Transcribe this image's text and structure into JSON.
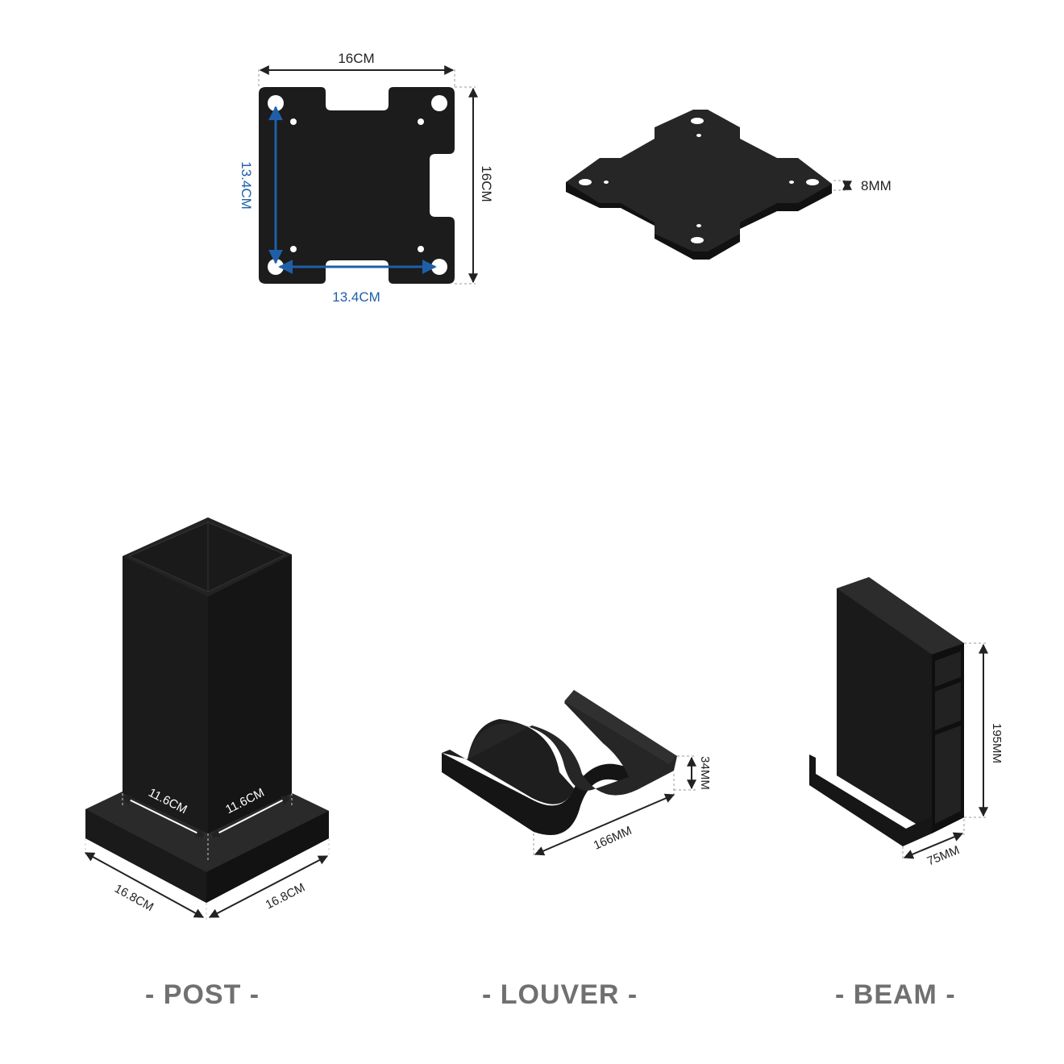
{
  "plate_top": {
    "width_label": "16CM",
    "height_label": "16CM",
    "hole_spacing_vertical_label": "13.4CM",
    "hole_spacing_horizontal_label": "13.4CM"
  },
  "plate_iso": {
    "thickness_label": "8MM"
  },
  "post": {
    "caption": "- POST -",
    "inner_left_label": "11.6CM",
    "inner_right_label": "11.6CM",
    "base_left_label": "16.8CM",
    "base_right_label": "16.8CM"
  },
  "louver": {
    "caption": "- LOUVER -",
    "height_label": "34MM",
    "length_label": "166MM"
  },
  "beam": {
    "caption": "- BEAM -",
    "height_label": "195MM",
    "width_label": "75MM"
  },
  "colors": {
    "part": "#1c1c1c",
    "part_top": "#2b2b2b",
    "dim_line": "#222222",
    "accent_blue": "#1f5fa8",
    "caption": "#707070"
  }
}
